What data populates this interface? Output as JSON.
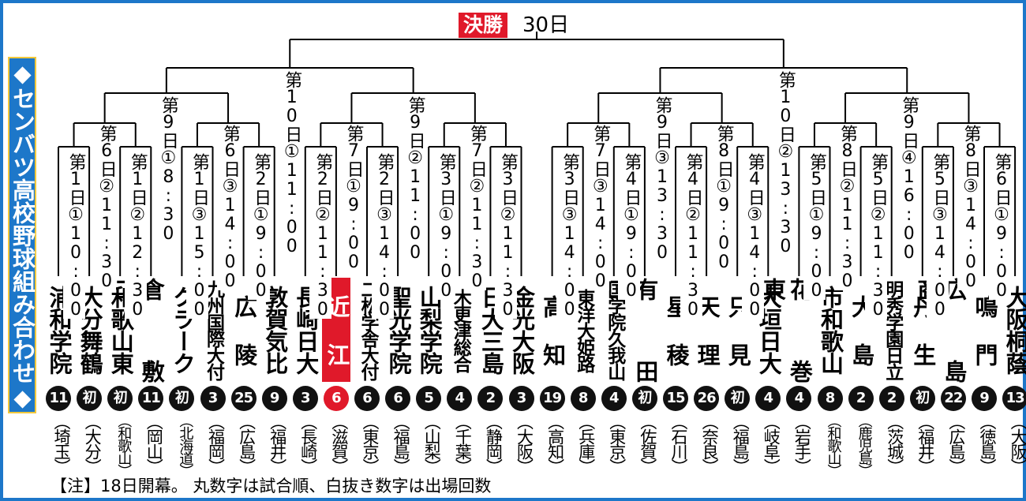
{
  "title": "◆センバツ高校野球組み合わせ◆",
  "final": {
    "badge": "決勝",
    "date": "30日"
  },
  "note": "【注】18日開幕。 丸数字は試合順、白抜き数字は出場回数",
  "accent_color": "#e0192a",
  "frame_color": "#1d77c9",
  "teams": [
    {
      "name": "浦和学院",
      "count": "11",
      "pref": "（埼玉）"
    },
    {
      "name": "大分舞鶴",
      "count": "初",
      "pref": "（大分）"
    },
    {
      "name": "和歌山東",
      "count": "初",
      "pref": "（和歌山）"
    },
    {
      "name": "倉 敷 工",
      "count": "11",
      "pref": "（岡山）"
    },
    {
      "name": "クラーク",
      "count": "初",
      "pref": "（北海道）"
    },
    {
      "name": "九州国際大付",
      "count": "3",
      "pref": "（福岡）"
    },
    {
      "name": "広 陵",
      "count": "25",
      "pref": "（広島）"
    },
    {
      "name": "敦賀気比",
      "count": "9",
      "pref": "（福井）"
    },
    {
      "name": "長崎日大",
      "count": "3",
      "pref": "（長崎）"
    },
    {
      "name": "近 江",
      "count": "6",
      "pref": "（滋賀）",
      "highlight": true
    },
    {
      "name": "二松学舎大付",
      "count": "6",
      "pref": "（東京）"
    },
    {
      "name": "聖光学院",
      "count": "6",
      "pref": "（福島）"
    },
    {
      "name": "山梨学院",
      "count": "5",
      "pref": "（山梨）"
    },
    {
      "name": "木更津総合",
      "count": "4",
      "pref": "（千葉）"
    },
    {
      "name": "日大三島",
      "count": "2",
      "pref": "（静岡）"
    },
    {
      "name": "金光大阪",
      "count": "3",
      "pref": "（大阪）"
    },
    {
      "name": "高 知",
      "count": "19",
      "pref": "（高知）"
    },
    {
      "name": "東洋大姫路",
      "count": "8",
      "pref": "（兵庫）"
    },
    {
      "name": "国学院久我山",
      "count": "4",
      "pref": "（東京）"
    },
    {
      "name": "有 田 工",
      "count": "初",
      "pref": "（佐賀）"
    },
    {
      "name": "星 稜",
      "count": "15",
      "pref": "（石川）"
    },
    {
      "name": "天 理",
      "count": "26",
      "pref": "（奈良）"
    },
    {
      "name": "只 見",
      "count": "初",
      "pref": "（福島）"
    },
    {
      "name": "大垣日大",
      "count": "4",
      "pref": "（岐阜）"
    },
    {
      "name": "花 巻 東",
      "count": "4",
      "pref": "（岩手）"
    },
    {
      "name": "市和歌山",
      "count": "8",
      "pref": "（和歌山）"
    },
    {
      "name": "大 島",
      "count": "2",
      "pref": "（鹿児島）"
    },
    {
      "name": "明秀学園日立",
      "count": "2",
      "pref": "（茨城）"
    },
    {
      "name": "丹 生",
      "count": "初",
      "pref": "（福井）"
    },
    {
      "name": "広 島 商",
      "count": "22",
      "pref": "（広島）"
    },
    {
      "name": "鳴 門",
      "count": "9",
      "pref": "（徳島）"
    },
    {
      "name": "大阪桐蔭",
      "count": "13",
      "pref": "（大阪）"
    }
  ],
  "round1": [
    "第1日①10:00",
    "第1日②12:30",
    "第1日③15:00",
    "第2日①9:00",
    "第2日②11:30",
    "第2日③14:00",
    "第3日①9:00",
    "第3日②11:30",
    "第3日③14:00",
    "第4日①9:00",
    "第4日②11:30",
    "第4日③14:00",
    "第5日①9:00",
    "第5日②11:30",
    "第5日③14:00",
    "第6日①9:00"
  ],
  "round2": [
    "第6日②11:30",
    "第6日③14:00",
    "第7日①9:00",
    "第7日②11:30",
    "第7日③14:00",
    "第8日①9:00",
    "第8日②11:30",
    "第8日③14:00"
  ],
  "quarter": [
    "第9日①8:30",
    "第9日②11:00",
    "第9日③13:30",
    "第9日④16:00"
  ],
  "semi": [
    "第10日①11:00",
    "第10日②13:30"
  ]
}
